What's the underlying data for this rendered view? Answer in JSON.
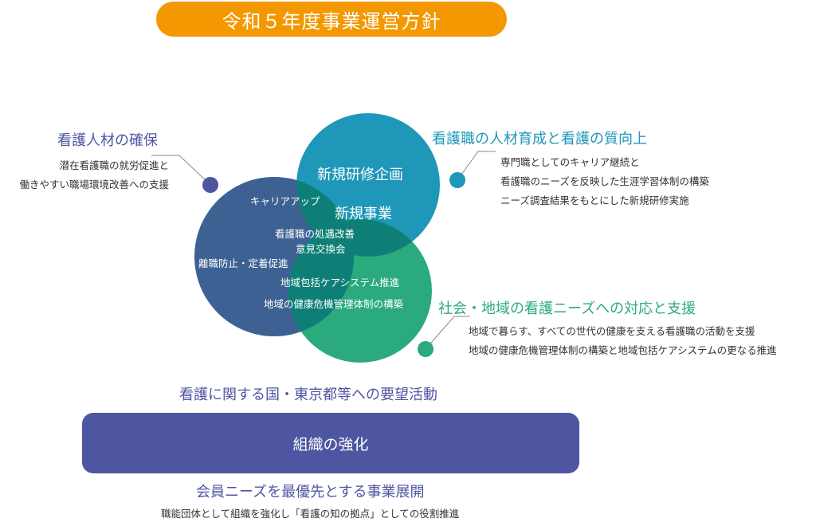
{
  "title": "令和５年度事業運営方針",
  "colors": {
    "orange": "#F39800",
    "blue_circle": "#3D6193",
    "teal_circle": "#1E97B8",
    "green_circle": "#2BAA7E",
    "overlap": "#0E7F76",
    "indigo": "#4E55A1",
    "teal_text": "#1E97B8",
    "green_text": "#2BAA7E"
  },
  "left_section": {
    "heading": "看護人材の確保",
    "lines": [
      "潜在看護職の就労促進と",
      "働きやすい職場環境改善への支援"
    ]
  },
  "right_top_section": {
    "heading": "看護職の人材育成と看護の質向上",
    "lines": [
      "専門職としてのキャリア継続と",
      "看護職のニーズを反映した生涯学習体制の構築",
      "ニーズ調査結果をもとにした新規研修実施"
    ]
  },
  "right_bottom_section": {
    "heading": "社会・地域の看護ニーズへの対応と支援",
    "lines": [
      "地域で暮らす、すべての世代の健康を支える看護職の活動を支援",
      "地域の健康危機管理体制の構築と地域包括ケアシステムの更なる推進"
    ]
  },
  "venn": {
    "teal_label_1": "新規研修企画",
    "center_label": "新規事業",
    "career_up": "キャリアアップ",
    "treatment": "看護職の処遇改善",
    "exchange": "意見交換会",
    "retention": "離職防止・定着促進",
    "community_care": "地域包括ケアシステム推進",
    "crisis": "地域の健康危機管理体制の構築"
  },
  "mid_heading": "看護に関する国・東京都等への要望活動",
  "bar_label": "組織の強化",
  "bottom_heading": "会員ニーズを最優先とする事業展開",
  "bottom_note": "職能団体として組織を強化し「看護の知の拠点」としての役割推進"
}
